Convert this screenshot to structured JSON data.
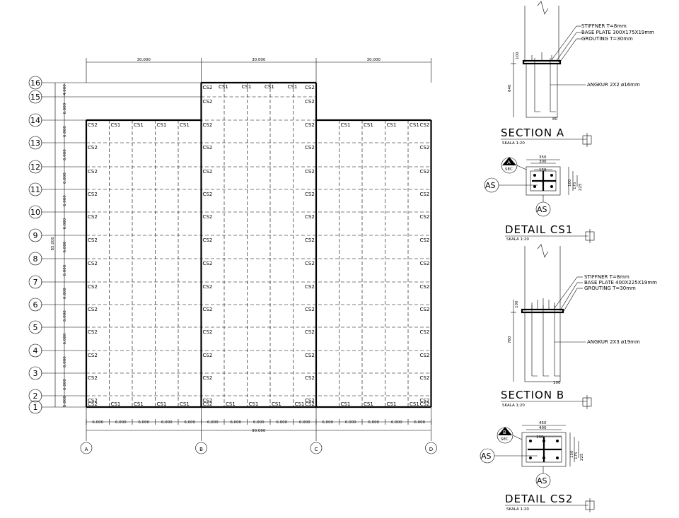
{
  "plan": {
    "top_dims": [
      "30.000",
      "30.000",
      "30.000"
    ],
    "bottom_bay_dims": [
      "6.000",
      "6.000",
      "6.000",
      "6.000",
      "6.000",
      "6.000",
      "6.000",
      "6.000",
      "6.000",
      "6.000",
      "6.000",
      "6.000",
      "6.000",
      "6.000",
      "6.000"
    ],
    "bottom_total": "90.000",
    "left_total": "85.000",
    "left_dims": [
      "4.000",
      "6.000",
      "6.000",
      "6.000",
      "6.000",
      "6.000",
      "6.000",
      "6.000",
      "6.000",
      "6.000",
      "6.000",
      "6.000",
      "6.000",
      "6.000",
      "5.000"
    ],
    "col_axes": [
      "A",
      "B",
      "C",
      "D"
    ],
    "row_axes": [
      "16",
      "15",
      "14",
      "13",
      "12",
      "11",
      "10",
      "9",
      "8",
      "7",
      "6",
      "5",
      "4",
      "3",
      "2",
      "1"
    ],
    "cs1": "CS1",
    "cs2": "CS2"
  },
  "section_a": {
    "title": "SECTION  A",
    "scale": "SKALA 1:20",
    "stiffener": "STIFFNER  T=8mm",
    "base_plate": "BASE PLATE  300X175X19mm",
    "grouting": "GROUTING  T=30mm",
    "anchor": "ANGKUR  2X2  ø16mm",
    "dim_depth": "640",
    "dim_top": "100",
    "dim_hook": "80"
  },
  "detail_cs1": {
    "title": "DETAIL  CS1",
    "scale": "SKALA 1:20",
    "tag_letter": "A",
    "tag_sec": "SEC",
    "as": "AS",
    "dim_w1": "350",
    "dim_w2": "300",
    "dim_w3": "150",
    "dim_h1": "225",
    "dim_h2": "175",
    "dim_h3": "100"
  },
  "section_b": {
    "title": "SECTION  B",
    "scale": "SKALA 1:20",
    "stiffener": "STIFFNER  T=8mm",
    "base_plate": "BASE PLATE  400X225X19mm",
    "grouting": "GROUTING  T=30mm",
    "anchor": "ANGKUR  2X3  ø19mm",
    "dim_depth": "780",
    "dim_top": "100",
    "dim_hook": "100"
  },
  "detail_cs2": {
    "title": "DETAIL  CS2",
    "scale": "SKALA 1:20",
    "tag_letter": "B",
    "tag_sec": "SEC",
    "as": "AS",
    "dim_w1": "450",
    "dim_w2": "400",
    "dim_w3": "100",
    "dim_h1": "225",
    "dim_h2": "175",
    "dim_h3": "150"
  }
}
